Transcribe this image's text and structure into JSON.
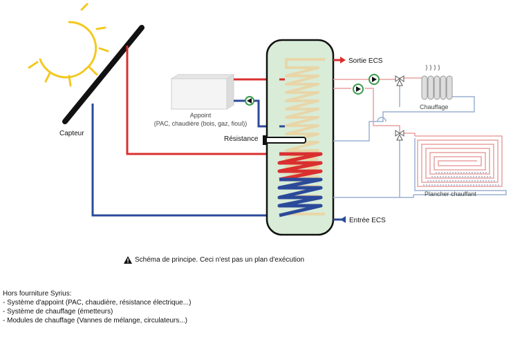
{
  "labels": {
    "capteur": "Capteur",
    "appoint_title": "Appoint",
    "appoint_detail": "(PAC, chaudière (bois, gaz, fioul))",
    "resistance": "Résistance",
    "sortie_ecs": "Sortie ECS",
    "entree_ecs": "Entrée ECS",
    "chauffage": "Chauffage",
    "plancher": "Plancher chauffant"
  },
  "warning": {
    "icon": "warning-triangle-icon",
    "text": "Schéma de principe. Ceci n'est pas un plan d'exécution"
  },
  "notes": {
    "title": "Hors fourniture Syrius:",
    "items": [
      "- Système d'appoint (PAC, chaudière, résistance électrique...)",
      "- Système de chauffage (émetteurs)",
      "- Modules de chauffage (Vannes de mélange, circulateurs...)"
    ]
  },
  "colors": {
    "hot": "#d9302f",
    "cold": "#2b4a9a",
    "green": "#3a9a4a",
    "sun": "#f3c81f",
    "tank_fill": "#d8ecd8",
    "coil": "#e8d6a8",
    "light_red": "#e8a0a0",
    "light_blue": "#9ab0d0"
  }
}
